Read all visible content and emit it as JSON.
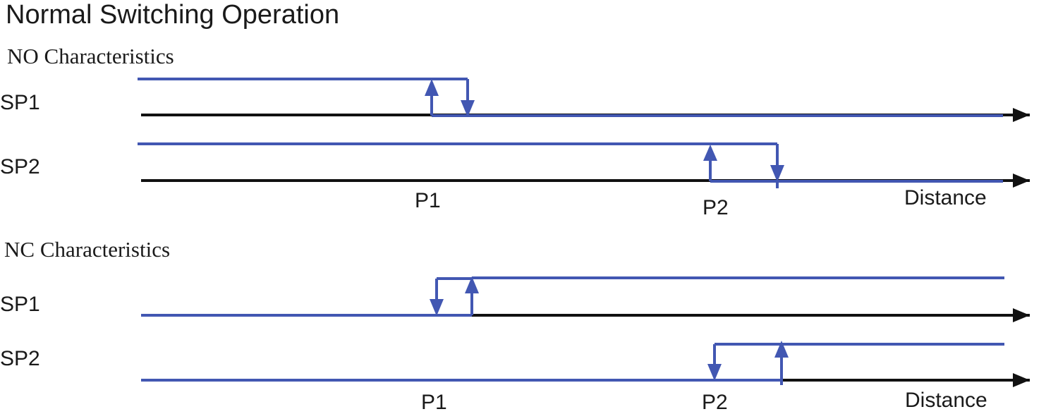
{
  "title": "Normal Switching Operation",
  "no_section": {
    "heading": "NO Characteristics",
    "sp1_label": "SP1",
    "sp2_label": "SP2",
    "p1_label": "P1",
    "p2_label": "P2",
    "axis_label": "Distance"
  },
  "nc_section": {
    "heading": "NC Characteristics",
    "sp1_label": "SP1",
    "sp2_label": "SP2",
    "p1_label": "P1",
    "p2_label": "P2",
    "axis_label": "Distance"
  },
  "colors": {
    "signal": "#4257b2",
    "axis": "#111111",
    "text": "#1a1a1a"
  }
}
